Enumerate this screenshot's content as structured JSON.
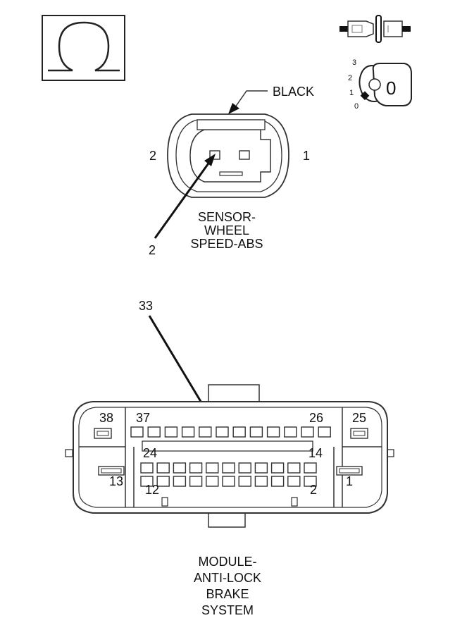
{
  "ohm_symbol": "Ω",
  "key_switch": {
    "position_labels": [
      "3",
      "2",
      "1",
      "0"
    ],
    "key_label": "0"
  },
  "sensor_connector": {
    "wire_color_label": "BLACK",
    "pin_left": "2",
    "pin_right": "1",
    "callout_pin": "2",
    "name_lines": [
      "SENSOR-",
      "WHEEL",
      "SPEED-ABS"
    ]
  },
  "module_connector": {
    "callout_pin": "33",
    "pin_labels": {
      "p38": "38",
      "p37": "37",
      "p26": "26",
      "p25": "25",
      "p24": "24",
      "p14": "14",
      "p13": "13",
      "p1": "1",
      "p12": "12",
      "p2": "2"
    },
    "name_lines": [
      "MODULE-",
      "ANTI-LOCK",
      "BRAKE",
      "SYSTEM"
    ]
  }
}
